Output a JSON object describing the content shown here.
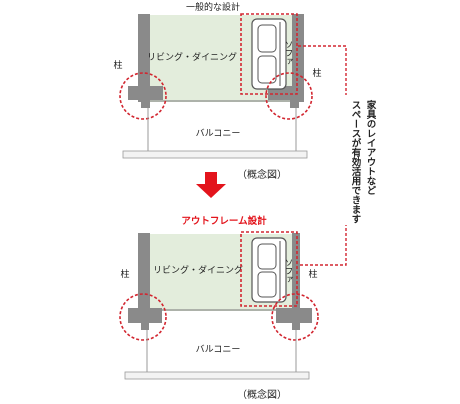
{
  "top_panel": {
    "title": "一般的な設計",
    "room_label": "リビング・ダイニング",
    "sofa_label": "ソファ",
    "column_label_left": "柱",
    "column_label_right": "柱",
    "balcony_label": "バルコニー",
    "caption": "（概念図）"
  },
  "bottom_panel": {
    "title": "アウトフレーム設計",
    "room_label": "リビング・ダイニング",
    "sofa_label": "ソファ",
    "column_label_left": "柱",
    "column_label_right": "柱",
    "balcony_label": "バルコニー",
    "caption": "（概念図）"
  },
  "annotation": {
    "line1": "家具のレイアウトなど",
    "line2": "スペースが有効活用できます"
  },
  "colors": {
    "room_fill": "#e3eddc",
    "wall": "#8a8a8a",
    "accent_red": "#e3141c",
    "dash_red": "#d22630"
  }
}
